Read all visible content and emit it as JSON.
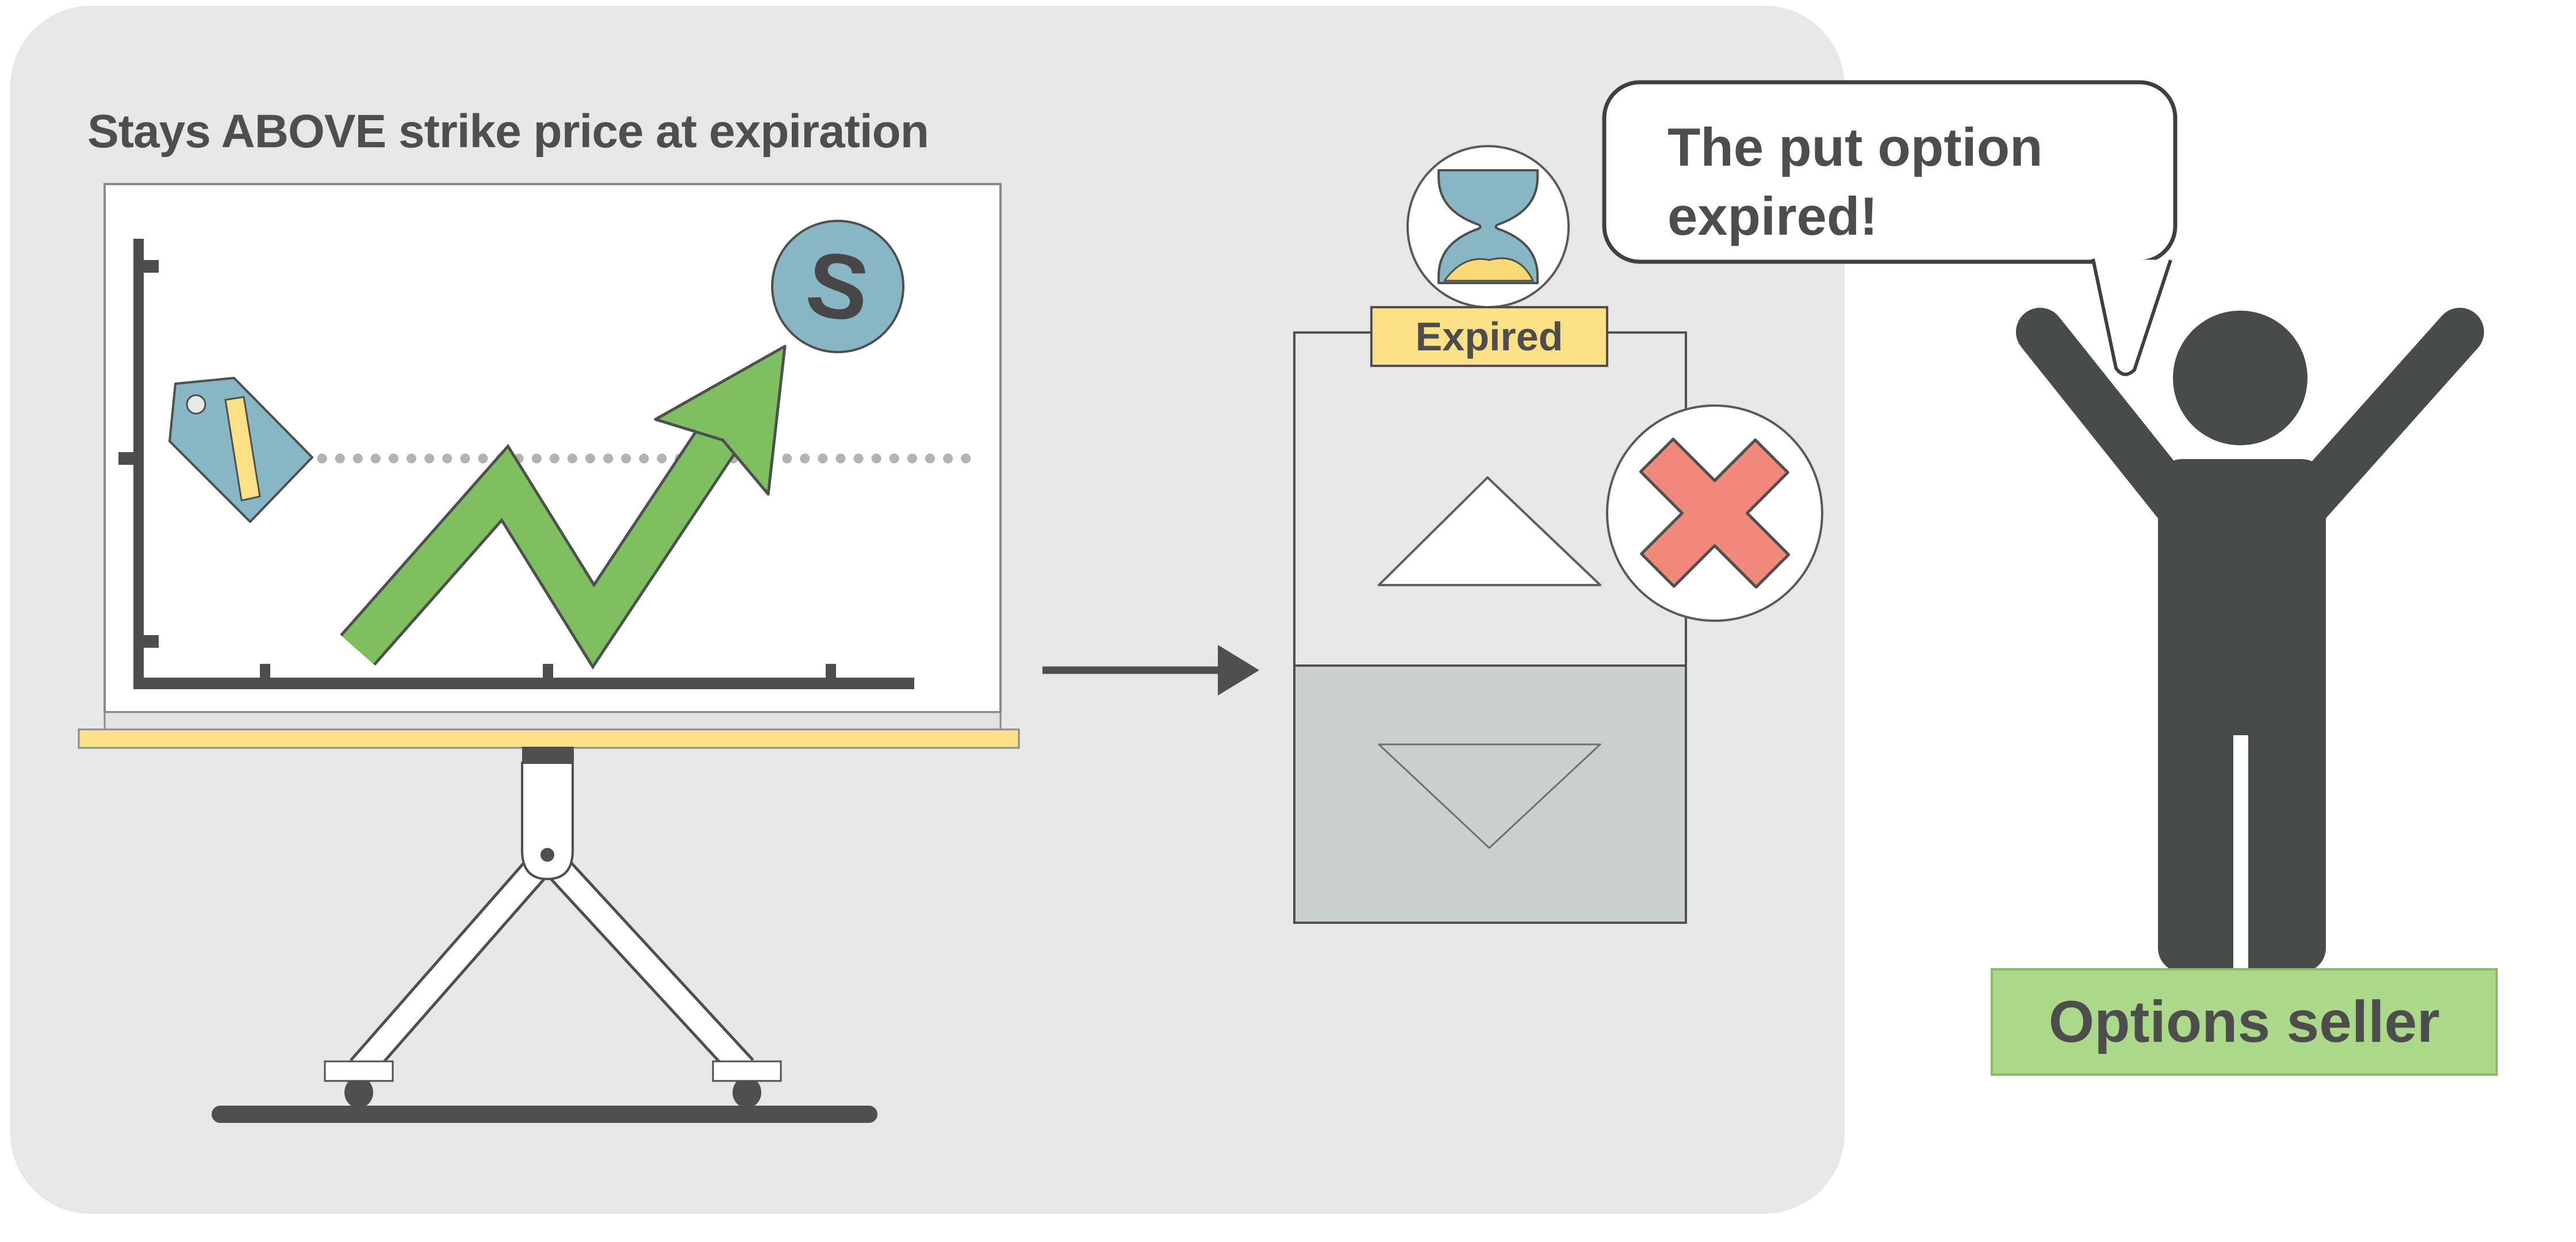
{
  "title": "Stays ABOVE strike price at expiration",
  "chart_screen": {
    "stock_symbol": "S"
  },
  "option_card": {
    "status_badge": "Expired"
  },
  "speech_bubble": {
    "line1": "The put option",
    "line2": "expired!"
  },
  "person_label": "Options seller",
  "colors": {
    "panel_bg": "#e7e7e7",
    "dark_gray": "#4d4d4d",
    "figure_gray": "#474b49",
    "green_arrow": "#7ec05f",
    "blue": "#87b6c4",
    "tray_yellow": "#fbe189",
    "badge_yellow": "#fbe086",
    "sand_yellow": "#f8d976",
    "salmon_red": "#f1897b",
    "label_green": "#abd889",
    "card_lower_gray": "#c9d1ce",
    "dot_gray": "#b3b3b3"
  },
  "icons": {
    "price_tag": "price-tag-icon",
    "stock_circle": "stock-symbol-icon",
    "rising_arrow": "stock-rising-arrow-icon",
    "hourglass": "hourglass-icon",
    "cross": "cross-icon",
    "up_triangle": "call-up-triangle-icon",
    "down_triangle": "put-down-triangle-icon",
    "projection_screen": "projection-screen-icon",
    "celebrating_person": "celebrating-person-icon"
  }
}
